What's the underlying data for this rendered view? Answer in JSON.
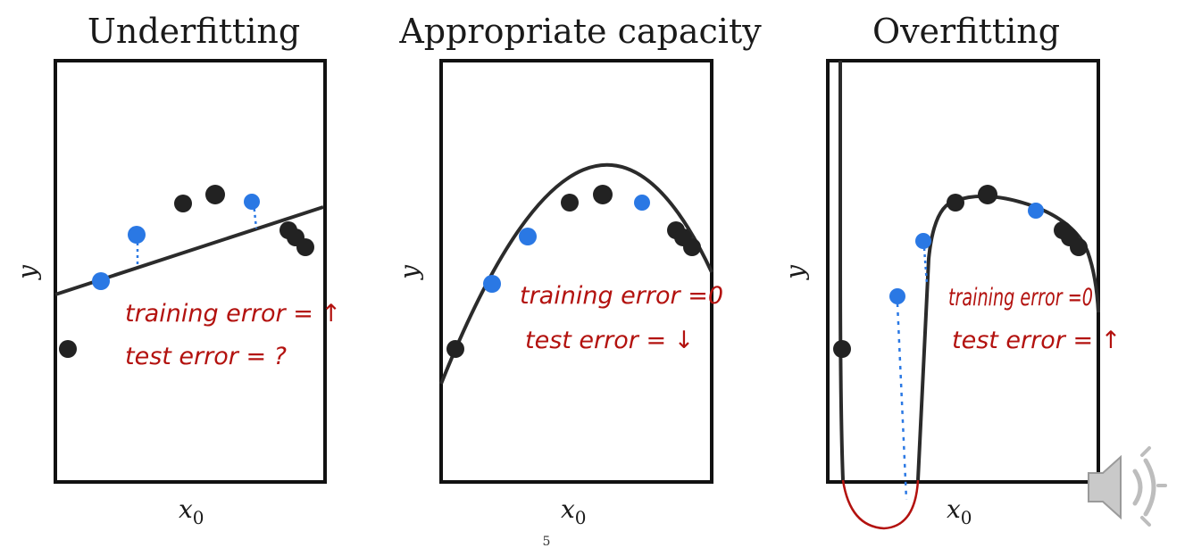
{
  "colors": {
    "accent_blue": "#2a78e4",
    "annotation_red": "#b3120f",
    "ink": "#222222"
  },
  "page_number": "5",
  "panels": [
    {
      "title": "Underfitting",
      "ylabel": "y",
      "xlabel_main": "x",
      "xlabel_sub": "0",
      "notes": [
        "training error = ↑",
        "test error = ?"
      ]
    },
    {
      "title": "Appropriate capacity",
      "ylabel": "y",
      "xlabel_main": "x",
      "xlabel_sub": "0",
      "notes": [
        "training error =0",
        "test error = ↓"
      ]
    },
    {
      "title": "Overfitting",
      "ylabel": "y",
      "xlabel_main": "x",
      "xlabel_sub": "0",
      "notes": [
        "training error =0",
        "test error = ↑"
      ]
    }
  ],
  "icons": {
    "speaker": "speaker-volume-icon"
  }
}
